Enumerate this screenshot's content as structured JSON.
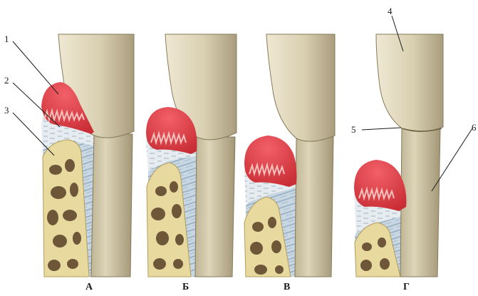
{
  "panels": [
    {
      "id": "a",
      "label": "А"
    },
    {
      "id": "b",
      "label": "Б"
    },
    {
      "id": "v",
      "label": "В"
    },
    {
      "id": "g",
      "label": "Г"
    }
  ],
  "callouts": {
    "c1": "1",
    "c2": "2",
    "c3": "3",
    "c4": "4",
    "c5": "5",
    "c6": "6"
  },
  "colors": {
    "crown": "#d8cfb4",
    "root": "#cfc4a6",
    "gum": "#e0424a",
    "gum_light": "#f7c9c4",
    "ligament": "#b7cad9",
    "bone": "#e9dca0",
    "bone_cavity": "#6b5535"
  }
}
